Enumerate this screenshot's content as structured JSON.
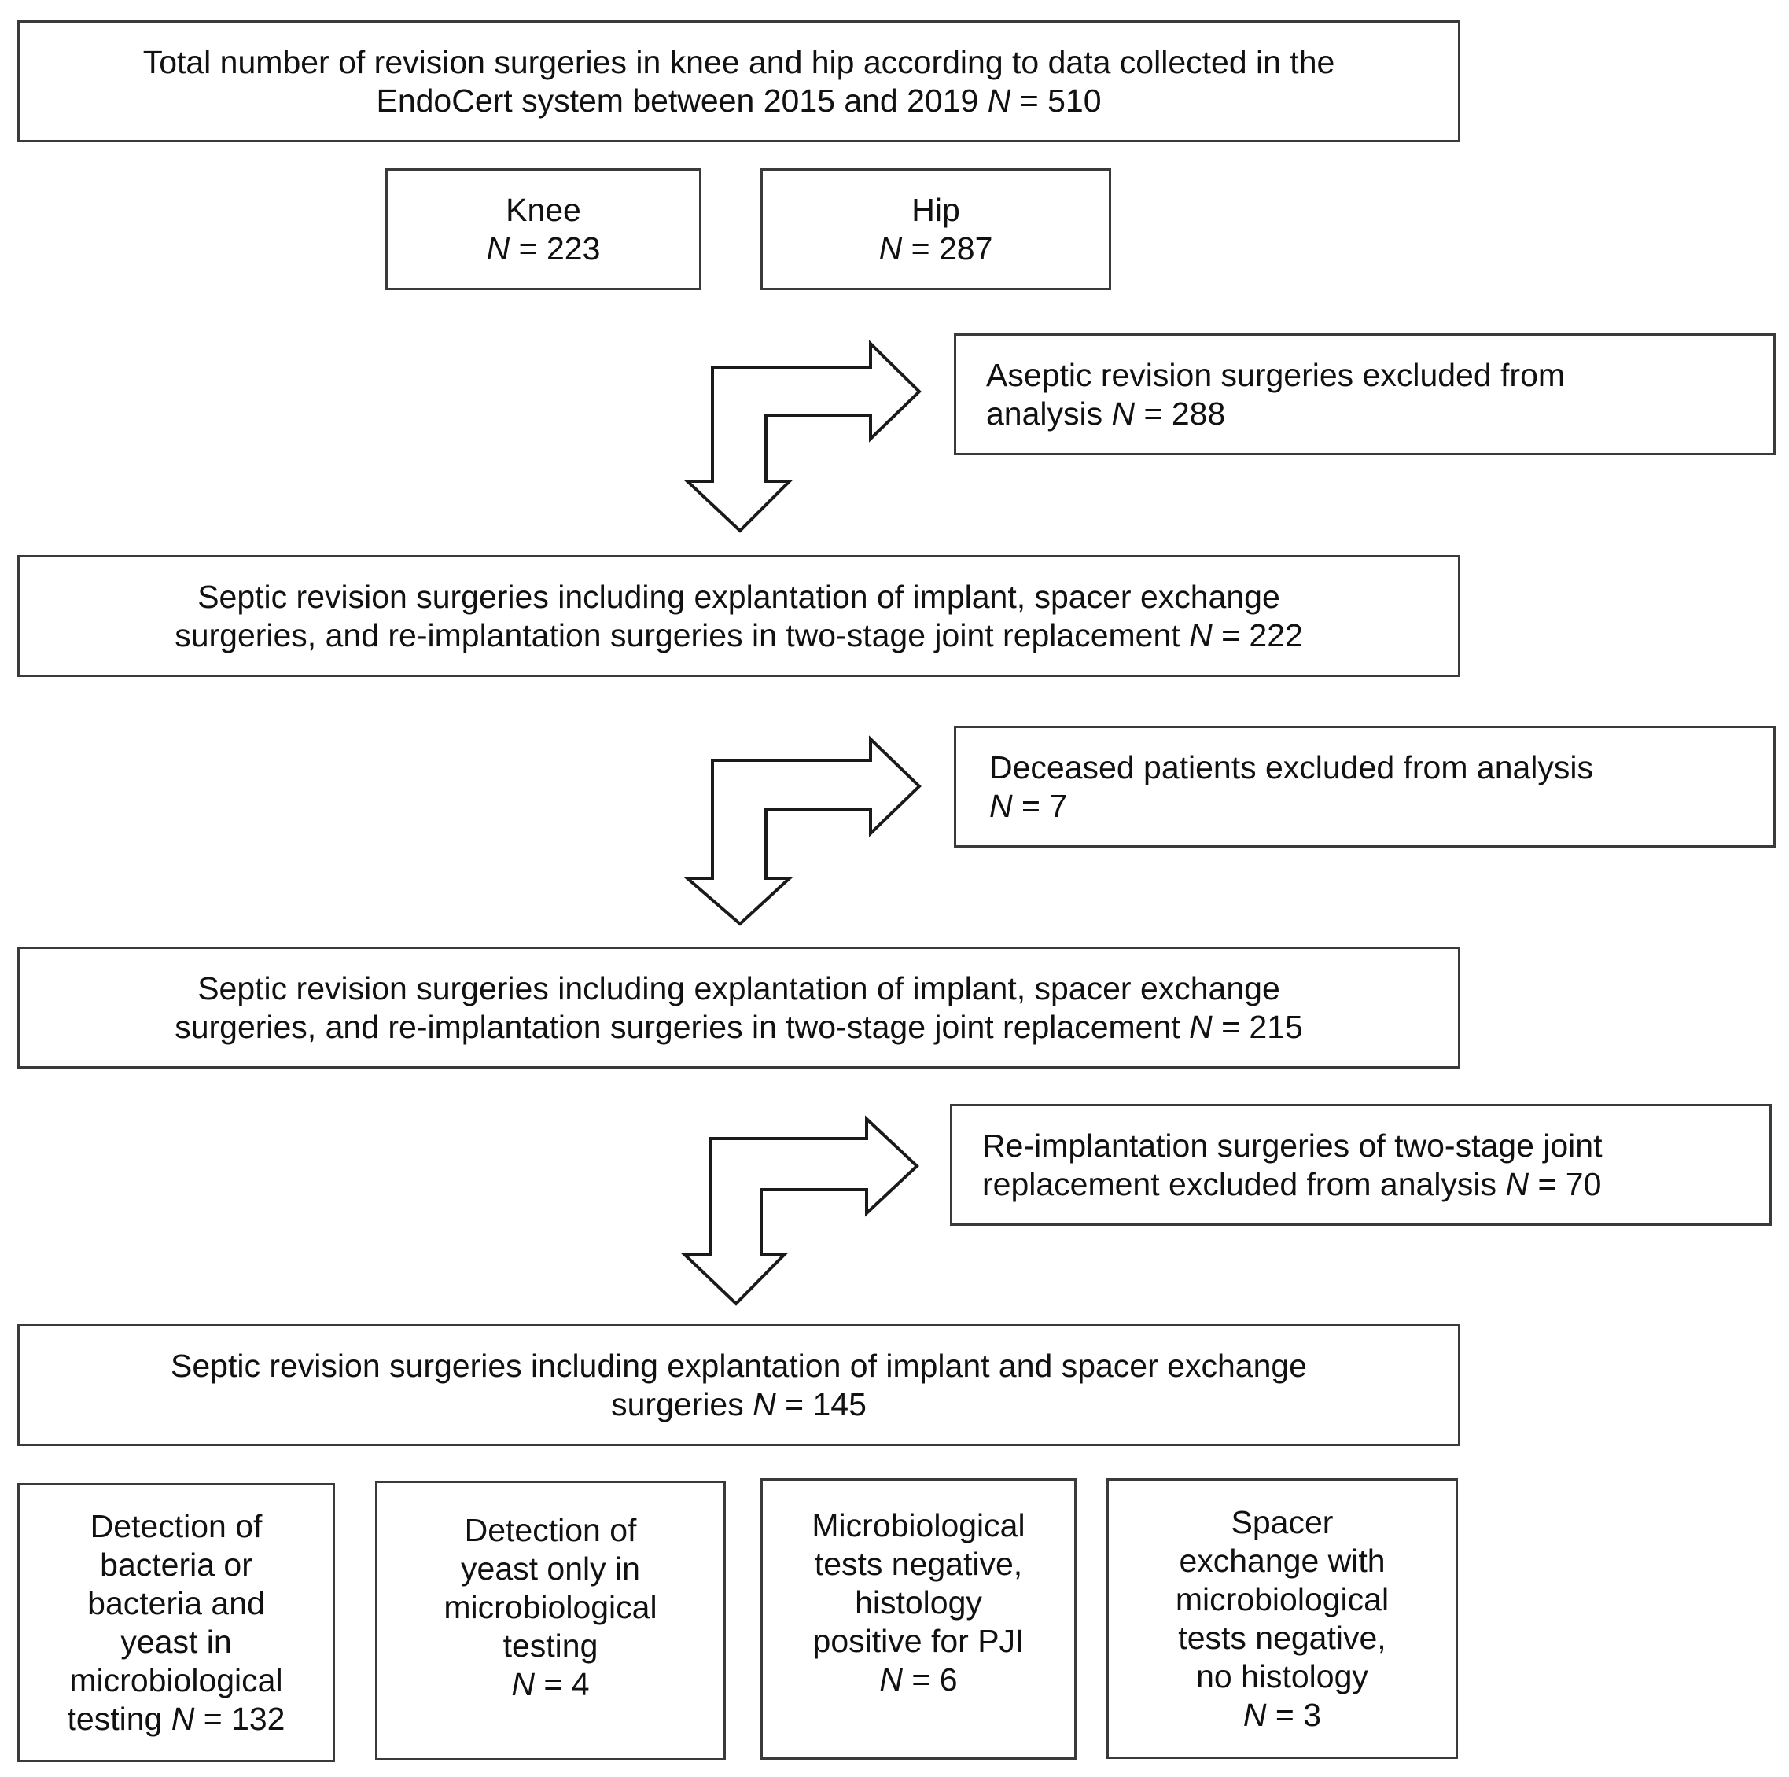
{
  "top": {
    "line1": "Total number of revision surgeries in knee and hip according to data collected in the",
    "line2": "EndoCert system between 2015 and 2019",
    "n_label": "N",
    "n_value": " = 510"
  },
  "knee": {
    "label": "Knee",
    "n_label": "N",
    "n_value": " = 223"
  },
  "hip": {
    "label": "Hip",
    "n_label": "N",
    "n_value": " = 287"
  },
  "excl1": {
    "line1": "Aseptic revision surgeries excluded from",
    "line2": "analysis",
    "n_label": "N",
    "n_value": " = 288"
  },
  "septic1": {
    "line1": "Septic revision surgeries including explantation of implant, spacer exchange",
    "line2": "surgeries, and re-implantation surgeries in two-stage joint replacement",
    "n_label": "N",
    "n_value": " = 222"
  },
  "excl2": {
    "line1": "Deceased patients excluded from analysis",
    "n_label": "N",
    "n_value": " = 7"
  },
  "septic2": {
    "line1": "Septic revision surgeries including explantation of implant, spacer exchange",
    "line2": "surgeries, and re-implantation surgeries in two-stage joint replacement",
    "n_label": "N",
    "n_value": " = 215"
  },
  "excl3": {
    "line1": "Re-implantation surgeries of two-stage joint",
    "line2": "replacement excluded from analysis",
    "n_label": "N",
    "n_value": " = 70"
  },
  "septic3": {
    "line1": "Septic revision surgeries including explantation of implant and spacer exchange",
    "line2": "surgeries",
    "n_label": "N",
    "n_value": " = 145"
  },
  "outcomes": {
    "bacteria": {
      "lines": [
        "Detection of",
        "bacteria or",
        "bacteria and",
        "yeast in",
        "microbiological"
      ],
      "last_text": "testing",
      "n_label": "N",
      "n_value": " = 132"
    },
    "yeast": {
      "lines": [
        "Detection of",
        "yeast only in",
        "microbiological",
        "testing"
      ],
      "n_label": "N",
      "n_value": " = 4"
    },
    "histology": {
      "lines": [
        "Microbiological",
        "tests negative,",
        "histology",
        "positive for PJI"
      ],
      "n_label": "N",
      "n_value": " = 6"
    },
    "spacer": {
      "lines": [
        "Spacer",
        "exchange with",
        "microbiological",
        "tests negative,",
        "no histology"
      ],
      "n_label": "N",
      "n_value": " = 3"
    }
  }
}
